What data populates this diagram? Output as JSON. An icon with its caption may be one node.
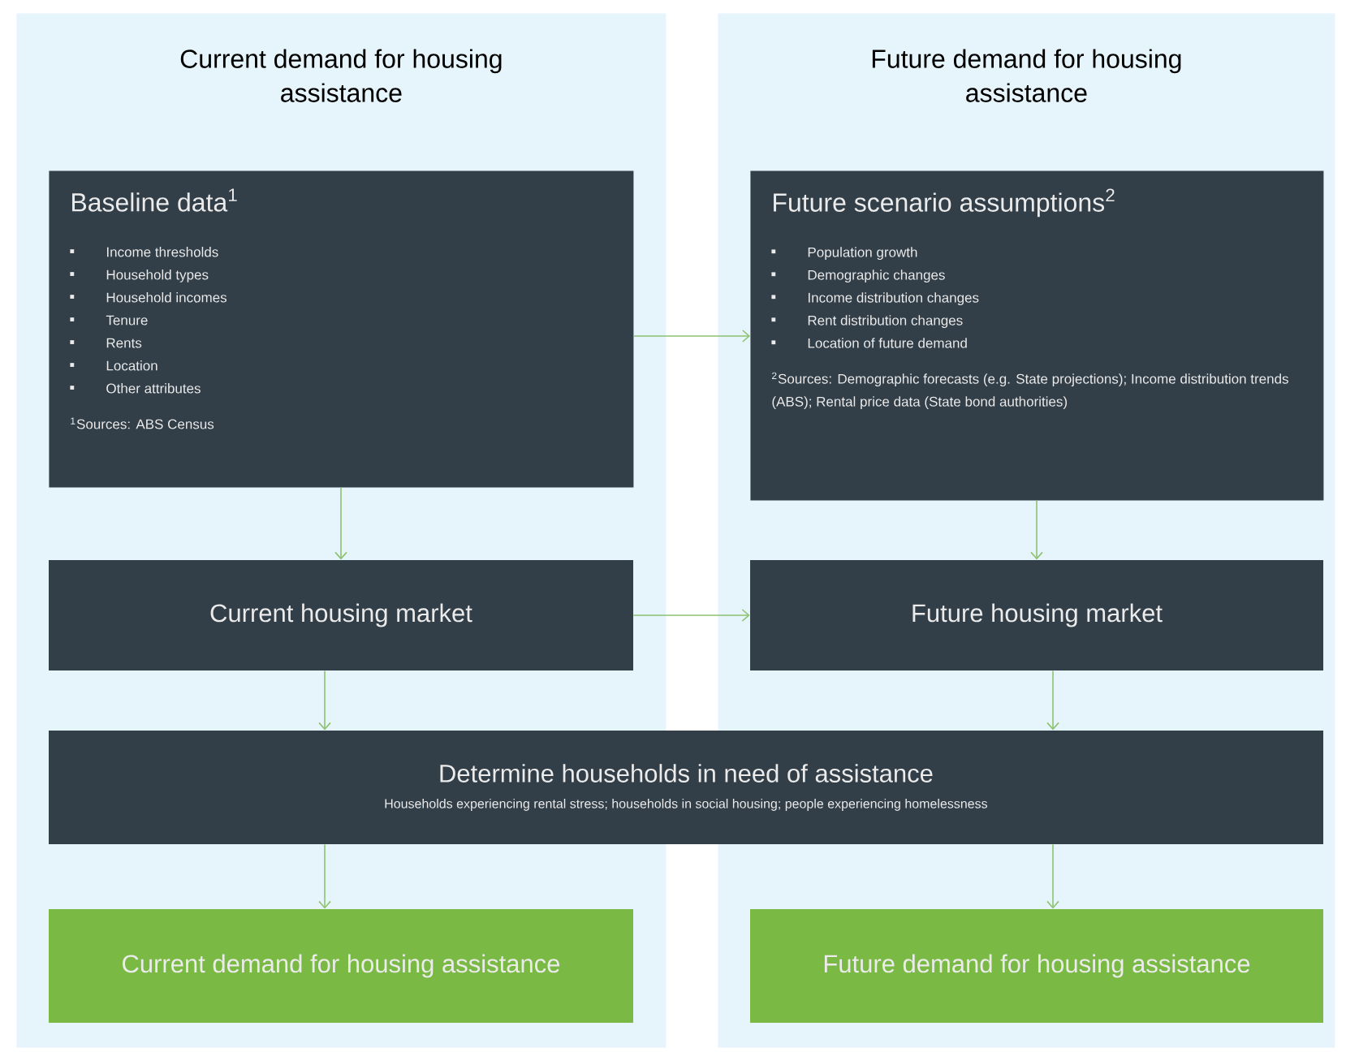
{
  "diagram": {
    "nodes": [
      {
        "text": [
          "Current demand for housing assistance"
        ]
      },
      {
        "text": [
          "Future demand for housing assistance"
        ]
      },
      {
        "text": [
          "Baseline data$^{1}$",
          "Income thresholds",
          "Household types",
          "Household incomes",
          "Tenure",
          "Rents",
          "Location",
          "Other attributes",
          "$^{1}$Sources: ABS Census"
        ],
        "in": 0
      },
      {
        "text": [
          "Future scenario assumptions$^{2}$",
          "Population growth",
          "Demographic changes",
          "Income distribution changes",
          "Rent distribution changes",
          "Location of future demand",
          "$^{2}$Sources: Demographic forecasts (e.g. State projections); Income distribution trends (ABS); Rental price data (State bond authorities)"
        ],
        "in": 1
      },
      {
        "text": [
          "Current housing market"
        ],
        "in": 0
      },
      {
        "text": [
          "Future housing market"
        ],
        "in": 1
      },
      {
        "text": [
          "Determine households in need of assistance",
          "Households experiencing rental stress; households in social housing; people experiencing homelessness"
        ]
      },
      {
        "text": [
          "Current demand for housing assistance"
        ],
        "in": 0
      },
      {
        "text": [
          "Future demand for housing assistance"
        ],
        "in": 1
      }
    ],
    "edges": [
      {
        "from": 2,
        "to": 4,
        "arrow": "to"
      },
      {
        "from": 2,
        "to": 3,
        "arrow": "to"
      },
      {
        "from": 3,
        "to": 5,
        "arrow": "to"
      },
      {
        "from": 4,
        "to": 5,
        "arrow": "to"
      },
      {
        "from": 4,
        "to": 6,
        "arrow": "to"
      },
      {
        "from": 5,
        "to": 6,
        "arrow": "to"
      },
      {
        "from": 6,
        "to": 7,
        "arrow": "to"
      },
      {
        "from": 6,
        "to": 8,
        "arrow": "to"
      }
    ]
  }
}
